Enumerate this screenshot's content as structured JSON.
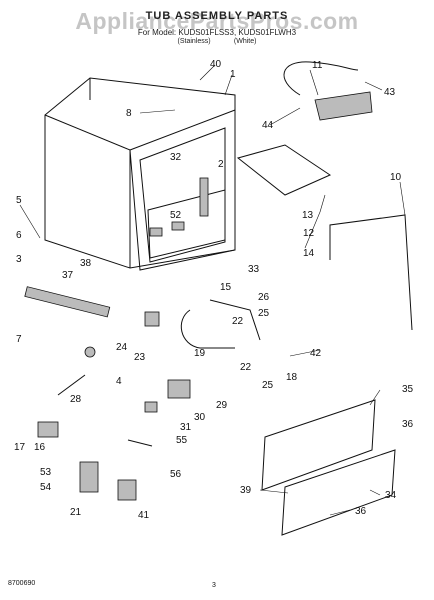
{
  "header": {
    "title": "TUB ASSEMBLY PARTS",
    "line1": "For Model: KUDS01FLSS3, KUDS01FLWH3",
    "line2_left": "(Stainless)",
    "line2_right": "(White)"
  },
  "watermark": "AppliancePartsPros.com",
  "footer": {
    "code": "8700690",
    "page": "3"
  },
  "callouts": [
    "40",
    "1",
    "11",
    "43",
    "8",
    "44",
    "32",
    "2",
    "10",
    "5",
    "13",
    "6",
    "52",
    "12",
    "3",
    "14",
    "38",
    "37",
    "33",
    "26",
    "15",
    "22",
    "25",
    "7",
    "24",
    "23",
    "19",
    "22",
    "42",
    "4",
    "18",
    "25",
    "28",
    "29",
    "30",
    "31",
    "35",
    "55",
    "36",
    "17",
    "16",
    "53",
    "56",
    "54",
    "21",
    "39",
    "34",
    "41",
    "36"
  ]
}
